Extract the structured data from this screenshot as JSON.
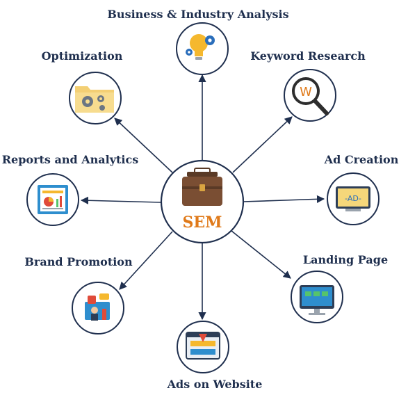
{
  "center": {
    "label": "SEM",
    "icon": "briefcase-icon",
    "color": "#e07a1a"
  },
  "colors": {
    "ring": "#1f2f4e",
    "arrow": "#1f2f4e",
    "label": "#1f2f4e"
  },
  "nodes": [
    {
      "id": "business-industry-analysis",
      "label": "Business & Industry Analysis",
      "icon": "lightbulb-gears-icon"
    },
    {
      "id": "keyword-research",
      "label": "Keyword Research",
      "icon": "magnifier-w-icon"
    },
    {
      "id": "ad-creation",
      "label": "Ad Creation",
      "icon": "ad-monitor-icon"
    },
    {
      "id": "landing-page",
      "label": "Landing Page",
      "icon": "monitor-icon"
    },
    {
      "id": "ads-on-website",
      "label": "Ads on Website",
      "icon": "browser-ads-icon"
    },
    {
      "id": "brand-promotion",
      "label": "Brand Promotion",
      "icon": "promotion-icon"
    },
    {
      "id": "reports-and-analytics",
      "label": "Reports and Analytics",
      "icon": "report-chart-icon"
    },
    {
      "id": "optimization",
      "label": "Optimization",
      "icon": "folder-gears-icon"
    }
  ]
}
